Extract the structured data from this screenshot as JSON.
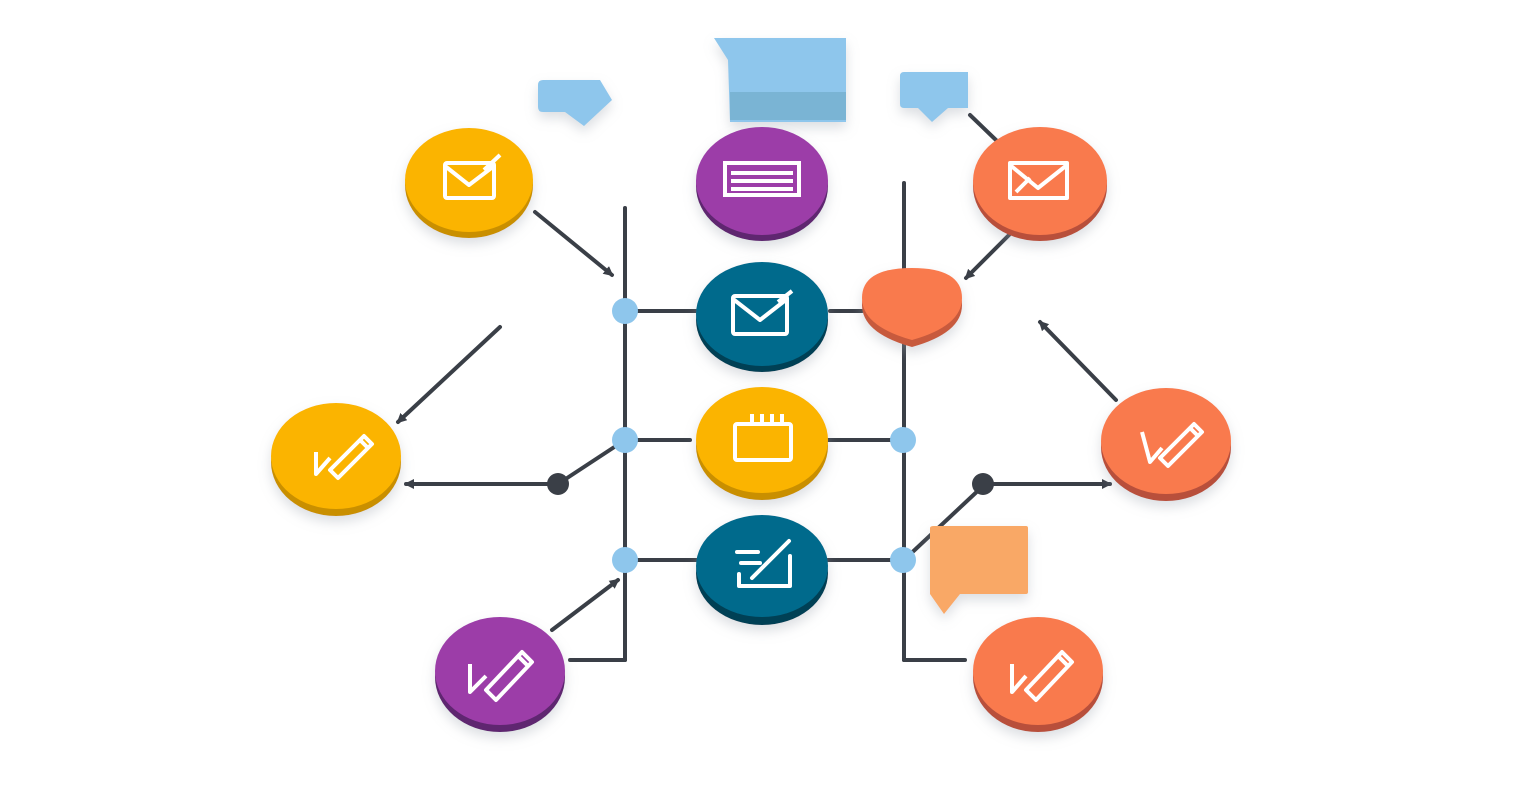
{
  "colors": {
    "background": "#ffffff",
    "line": "#3a3f47",
    "junction": "#8ec6ec",
    "yellow": "#fbb400",
    "orange": "#f97a4e",
    "purple": "#9c3ea8",
    "teal": "#046b8c",
    "bubble_blue": "#8ec6ec",
    "bubble_orange": "#f9a866",
    "icon_white": "#ffffff",
    "shadow": "#c9ced4"
  },
  "nodes": [
    {
      "id": "mail-yellow",
      "color": "yellow",
      "icon": "envelope-pencil-icon"
    },
    {
      "id": "list-purple",
      "color": "purple",
      "icon": "list-icon"
    },
    {
      "id": "mail-orange",
      "color": "orange",
      "icon": "envelope-open-icon"
    },
    {
      "id": "hub-orange",
      "color": "orange",
      "icon": "none"
    },
    {
      "id": "mail-teal",
      "color": "teal",
      "icon": "envelope-pencil-icon"
    },
    {
      "id": "note-yellow",
      "color": "yellow",
      "icon": "notepad-icon"
    },
    {
      "id": "check-teal",
      "color": "teal",
      "icon": "checkbox-pencil-icon"
    },
    {
      "id": "sign-yellow",
      "color": "yellow",
      "icon": "pencil-check-icon"
    },
    {
      "id": "sign-orange-right",
      "color": "orange",
      "icon": "pencil-check-icon"
    },
    {
      "id": "sign-purple",
      "color": "purple",
      "icon": "pencil-check-icon"
    },
    {
      "id": "sign-orange-bottom",
      "color": "orange",
      "icon": "pencil-check-icon"
    }
  ],
  "bubbles": [
    {
      "id": "bubble-small-blue",
      "color": "bubble_blue",
      "icon": "speech-bubble-icon"
    },
    {
      "id": "bubble-large-blue",
      "color": "bubble_blue",
      "icon": "speech-bubble-icon"
    },
    {
      "id": "bubble-right-blue",
      "color": "bubble_blue",
      "icon": "speech-bubble-icon"
    },
    {
      "id": "bubble-orange",
      "color": "bubble_orange",
      "icon": "speech-bubble-icon"
    }
  ]
}
